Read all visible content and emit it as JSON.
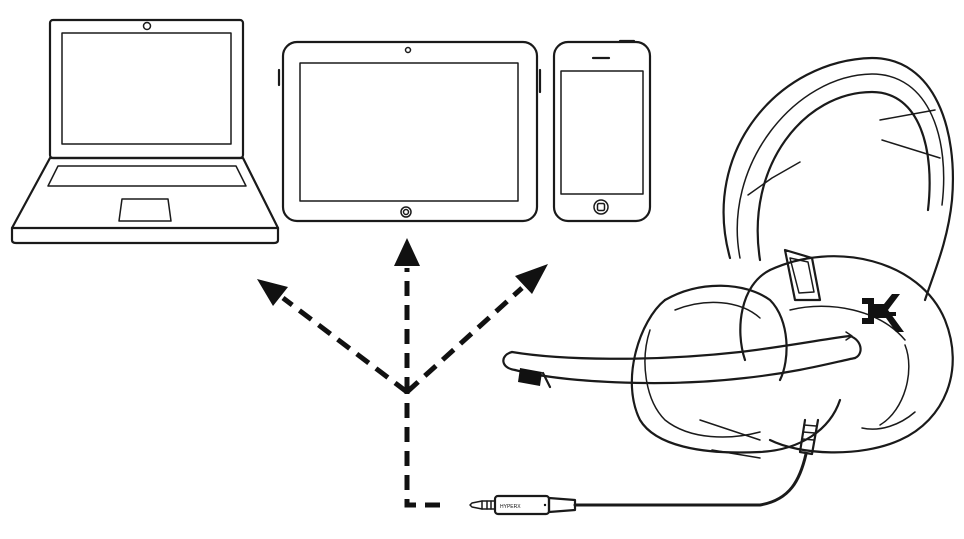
{
  "diagram": {
    "devices": [
      {
        "id": "laptop",
        "icon": "laptop-icon"
      },
      {
        "id": "tablet",
        "icon": "tablet-icon"
      },
      {
        "id": "phone",
        "icon": "smartphone-icon"
      }
    ],
    "headset": {
      "icon": "headset-icon",
      "logo": "HyperX"
    },
    "connector": {
      "icon": "audio-jack-icon",
      "brand_text": "HYPERX"
    },
    "arrows": {
      "style": "dashed",
      "targets": [
        "laptop",
        "tablet",
        "phone"
      ]
    }
  }
}
